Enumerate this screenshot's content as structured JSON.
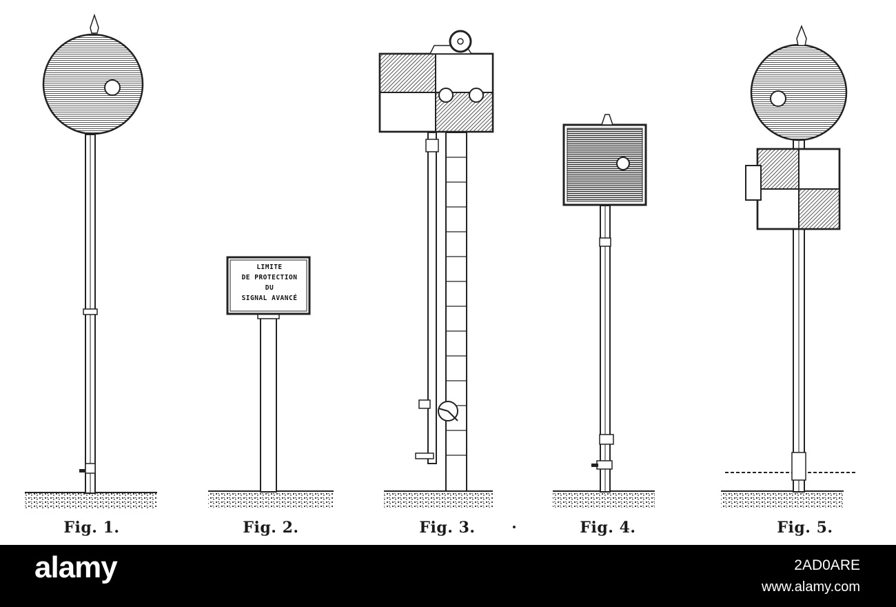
{
  "figures": [
    {
      "caption": "Fig. 1."
    },
    {
      "caption": "Fig. 2.",
      "sign_lines": [
        "LIMITE",
        "DE PROTECTION",
        "DU",
        "SIGNAL AVANCÉ"
      ]
    },
    {
      "caption": "Fig. 3."
    },
    {
      "caption": "Fig. 4."
    },
    {
      "caption": "Fig. 5."
    }
  ],
  "footer": {
    "brand": "alamy",
    "image_id": "2AD0ARE",
    "site": "www.alamy.com"
  },
  "colors": {
    "ink": "#1a1a1a",
    "paper": "#ffffff",
    "footer_bg": "#000000",
    "footer_text": "#ffffff"
  }
}
